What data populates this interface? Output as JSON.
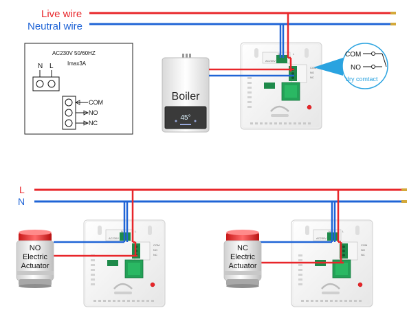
{
  "top": {
    "live_label": "Live wire",
    "neutral_label": "Neutral wire",
    "boiler_label": "Boiler",
    "boiler_display": "45°",
    "spec_voltage": "AC230V 50/60HZ",
    "spec_current": "Imax3A",
    "terminal_n": "N",
    "terminal_l": "L",
    "com_label": "COM",
    "no_label": "NO",
    "nc_label": "NC",
    "callout_com": "COM",
    "callout_no": "NO",
    "callout_caption": "dry comtact"
  },
  "bottom": {
    "live_label": "L",
    "neutral_label": "N",
    "actuator_no": {
      "line1": "NO",
      "line2": "Electric",
      "line3": "Actuator"
    },
    "actuator_nc": {
      "line1": "NC",
      "line2": "Electric",
      "line3": "Actuator"
    }
  },
  "thermostat_print": {
    "n": "N",
    "l": "L",
    "ac": "AC230V",
    "com": "COM",
    "no": "NO",
    "nc": "NC"
  },
  "colors": {
    "live": "#e8262a",
    "neutral": "#1f64d6",
    "callout": "#2aa3e0",
    "wire_tip": "#d4a93a"
  }
}
